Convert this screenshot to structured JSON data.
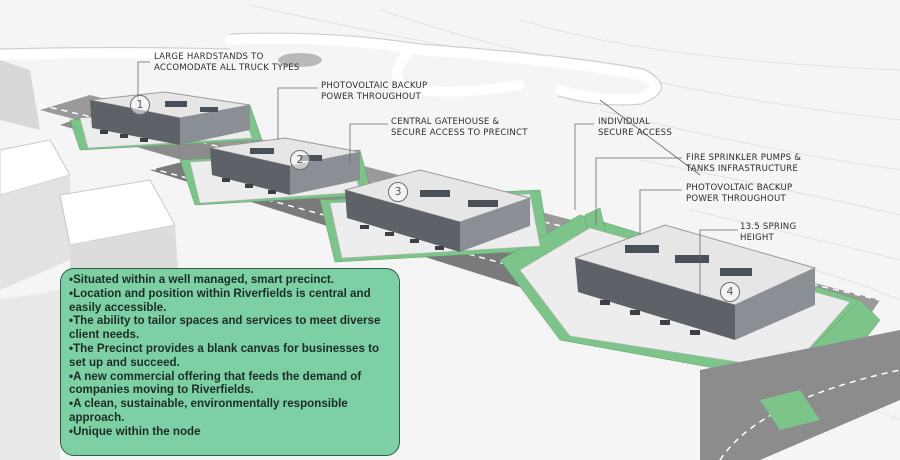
{
  "callouts": [
    {
      "id": "hardstands",
      "lines": [
        "LARGE HARDSTANDS TO",
        "ACCOMODATE ALL TRUCK TYPES"
      ]
    },
    {
      "id": "pv-backup-1",
      "lines": [
        "PHOTOVOLTAIC BACKUP",
        "POWER THROUGHOUT"
      ]
    },
    {
      "id": "gatehouse",
      "lines": [
        "CENTRAL GATEHOUSE &",
        "SECURE ACCESS TO PRECINCT"
      ]
    },
    {
      "id": "individual-access",
      "lines": [
        "INDIVIDUAL",
        "SECURE ACCESS"
      ]
    },
    {
      "id": "fire-sprinkler",
      "lines": [
        "FIRE SPRINKLER PUMPS &",
        "TANKS INFRASTRUCTURE"
      ]
    },
    {
      "id": "pv-backup-2",
      "lines": [
        "PHOTOVOLTAIC BACKUP",
        "POWER THROUGHOUT"
      ]
    },
    {
      "id": "spring-height",
      "lines": [
        "13.5 SPRING",
        "HEIGHT"
      ]
    }
  ],
  "buildings": [
    "1",
    "2",
    "3",
    "4"
  ],
  "info_box": {
    "items": [
      "Situated within a well managed, smart precinct.",
      "Location and position within Riverfields is central and easily accessible.",
      "The ability to tailor spaces and services to meet diverse client needs.",
      "The Precinct provides a blank canvas for businesses to set up and succeed.",
      "A new commercial offering that feeds the demand of companies moving to Riverfields.",
      "A clean, sustainable, environmentally responsible approach.",
      "Unique within the node"
    ]
  },
  "colors": {
    "landscape": "#7cc48a",
    "road": "#6e6e6e",
    "roof": "#e6e6e6",
    "solar": "#4a5058",
    "info_box_fill": "#7dcfa6",
    "info_box_border": "#2f5d44"
  }
}
